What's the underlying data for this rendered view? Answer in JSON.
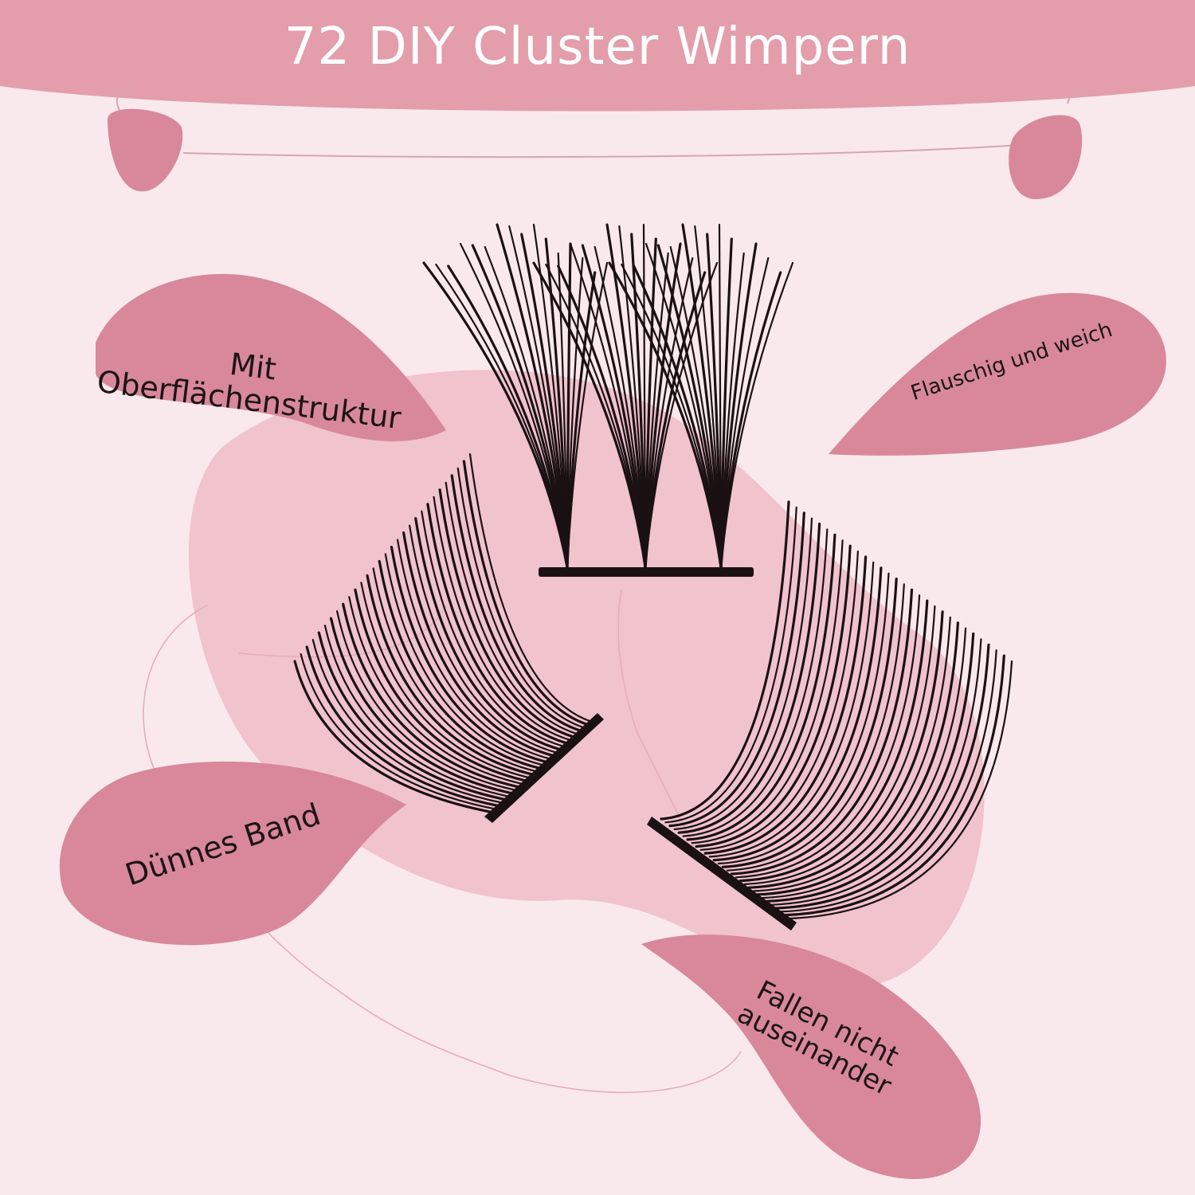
{
  "header": {
    "title": "72 DIY Cluster Wimpern"
  },
  "features": {
    "surface_line1": "Mit",
    "surface_line2": "Oberflächenstruktur",
    "soft": "Flauschig und weich",
    "band": "Dünnes Band",
    "durable_line1": "Fallen nicht",
    "durable_line2": "auseinander"
  },
  "colors": {
    "banner": "#e39dab",
    "blob": "#f1c3cc",
    "bubble": "#d8889a",
    "background": "#f9e9ec",
    "lash": "#1a1113"
  }
}
